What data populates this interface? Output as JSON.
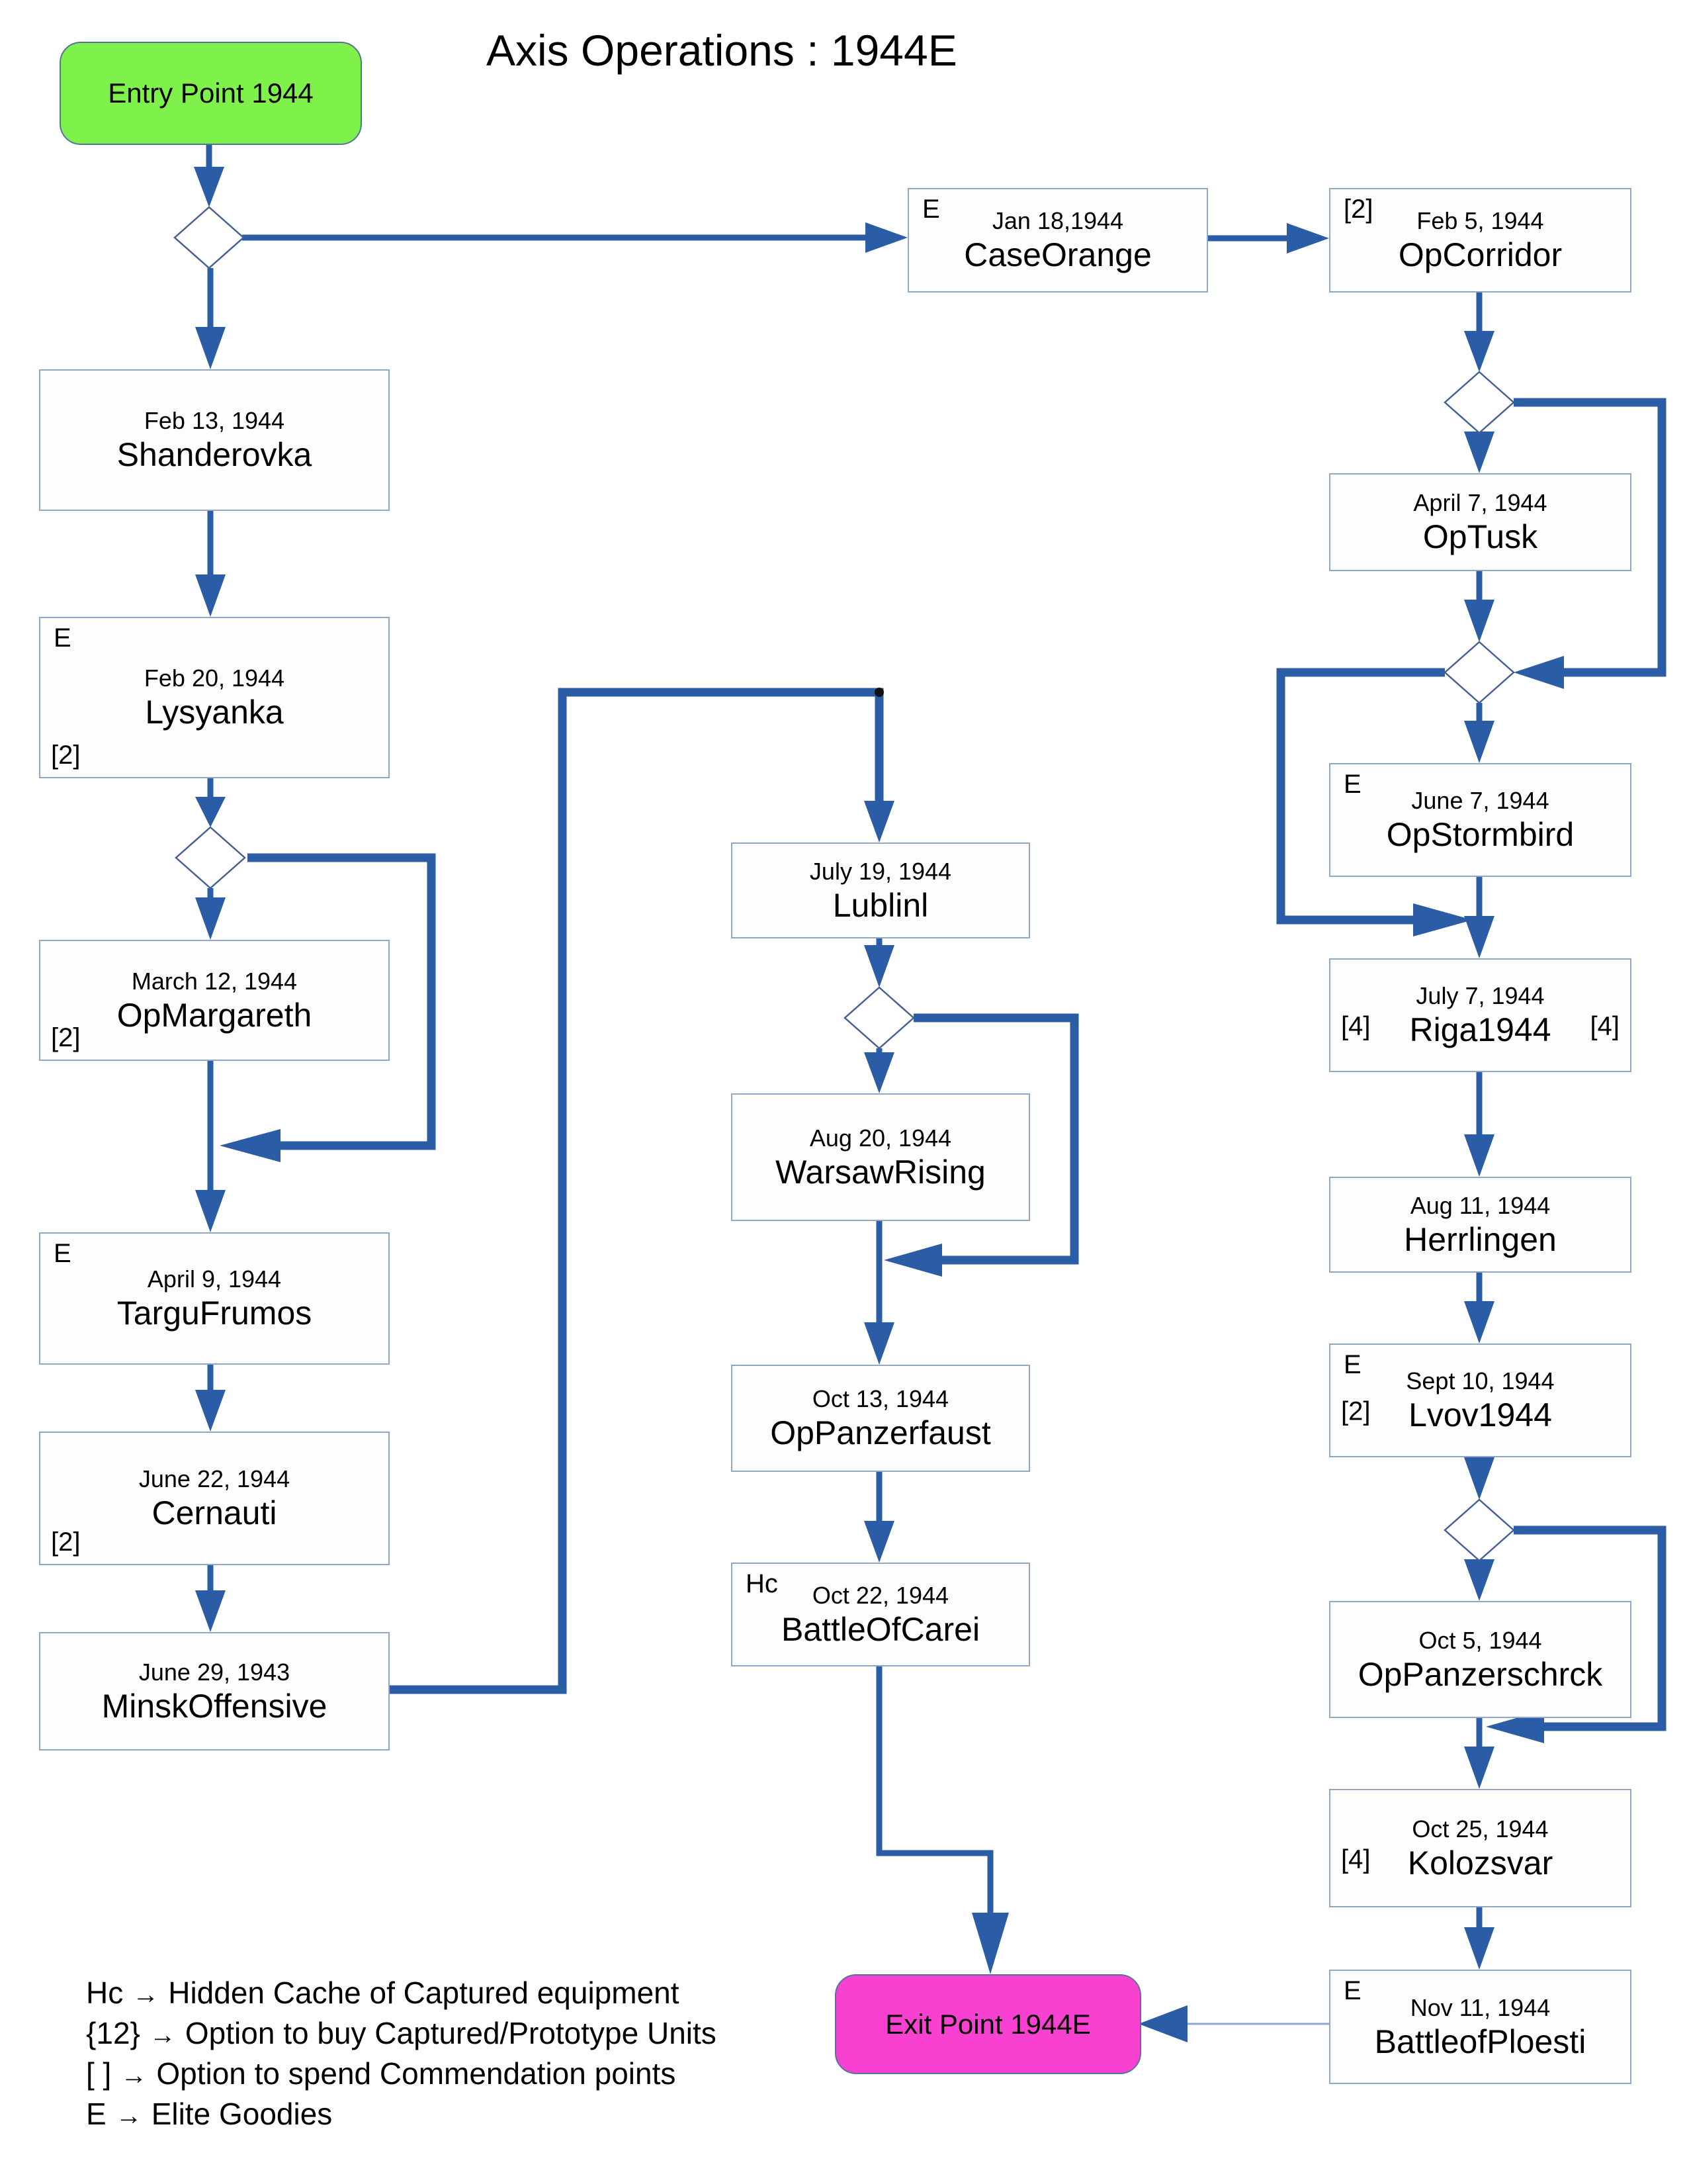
{
  "title": "Axis Operations : 1944E",
  "entry": {
    "label": "Entry Point 1944"
  },
  "exit": {
    "label": "Exit Point 1944E"
  },
  "nodes": {
    "caseorange": {
      "date": "Jan 18,1944",
      "name": "CaseOrange",
      "badge_top_left": "E"
    },
    "opcorridor": {
      "date": "Feb 5, 1944",
      "name": "OpCorridor",
      "badge_top_left": "[2]"
    },
    "shanderovka": {
      "date": "Feb 13, 1944",
      "name": "Shanderovka"
    },
    "lysyanka": {
      "date": "Feb 20, 1944",
      "name": "Lysyanka",
      "badge_top_left": "E",
      "badge_bottom_left": "[2]"
    },
    "opmargareth": {
      "date": "March 12, 1944",
      "name": "OpMargareth",
      "badge_bottom_left": "[2]"
    },
    "targufrumos": {
      "date": "April 9, 1944",
      "name": "TarguFrumos",
      "badge_top_left": "E"
    },
    "cernauti": {
      "date": "June 22, 1944",
      "name": "Cernauti",
      "badge_bottom_left": "[2]"
    },
    "minskoffensive": {
      "date": "June 29, 1943",
      "name": "MinskOffensive"
    },
    "lublinl": {
      "date": "July 19, 1944",
      "name": "Lublinl"
    },
    "warsawrising": {
      "date": "Aug 20, 1944",
      "name": "WarsawRising"
    },
    "oppanzerfaust": {
      "date": "Oct 13, 1944",
      "name": "OpPanzerfaust"
    },
    "battleofcarei": {
      "date": "Oct 22, 1944",
      "name": "BattleOfCarei",
      "badge_top_left": "Hc"
    },
    "optusk": {
      "date": "April 7, 1944",
      "name": "OpTusk"
    },
    "opstormbird": {
      "date": "June 7, 1944",
      "name": "OpStormbird",
      "badge_top_left": "E"
    },
    "riga1944": {
      "date": "July 7, 1944",
      "name": "Riga1944",
      "badge_left": "[4]",
      "badge_right": "[4]"
    },
    "herrlingen": {
      "date": "Aug 11, 1944",
      "name": "Herrlingen"
    },
    "lvov1944": {
      "date": "Sept 10, 1944",
      "name": "Lvov1944",
      "badge_top_left": "E",
      "badge_left": "[2]"
    },
    "oppanzerschrck": {
      "date": "Oct 5, 1944",
      "name": "OpPanzerschrck"
    },
    "kolozsvar": {
      "date": "Oct 25, 1944",
      "name": "Kolozsvar",
      "badge_left": "[4]"
    },
    "battleofploesti": {
      "date": "Nov 11, 1944",
      "name": "BattleofPloesti",
      "badge_top_left": "E"
    }
  },
  "legend": {
    "items": [
      {
        "symbol": "Hc",
        "arrow": "→",
        "text": "Hidden Cache of Captured equipment"
      },
      {
        "symbol": "{12}",
        "arrow": "→",
        "text": "Option to buy Captured/Prototype Units"
      },
      {
        "symbol": "[ ]",
        "arrow": "→",
        "text": "Option to spend Commendation points"
      },
      {
        "symbol": "E",
        "arrow": "→",
        "text": "Elite Goodies"
      }
    ]
  },
  "colors": {
    "entry_fill": "#7ef24b",
    "exit_fill": "#f941d1",
    "connector": "#2b5ca6",
    "box_border": "#8fa8c8"
  }
}
